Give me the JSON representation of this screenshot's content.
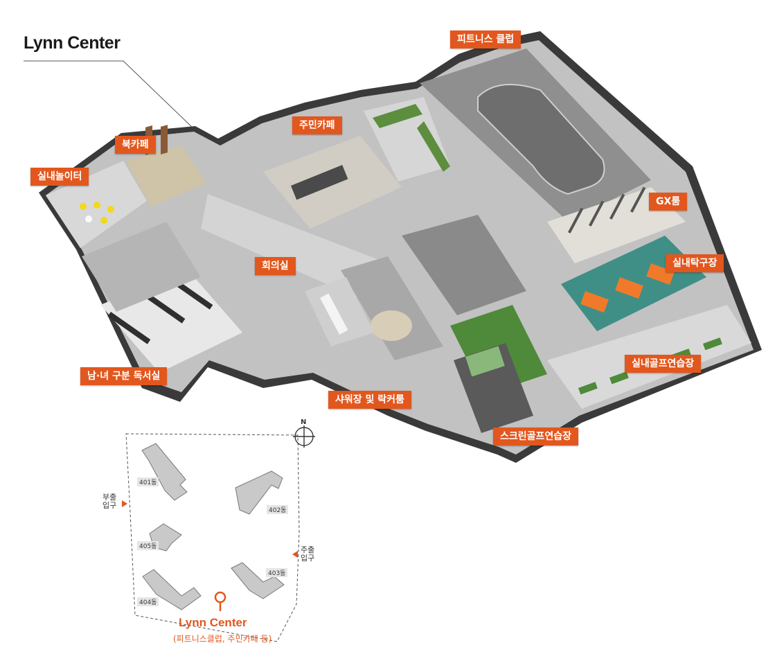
{
  "title": "Lynn Center",
  "rooms": {
    "fitness_club": "피트니스 클럽",
    "resident_cafe": "주민카페",
    "book_cafe": "북카페",
    "indoor_playground": "실내놀이터",
    "gx_room": "GX룸",
    "meeting_room": "회의실",
    "table_tennis": "실내탁구장",
    "indoor_golf": "실내골프연습장",
    "study_room": "남·녀 구분 독서실",
    "shower_locker": "샤워장 및 락커룸",
    "screen_golf": "스크린골프연습장"
  },
  "site_map": {
    "north": "N",
    "buildings": [
      "401동",
      "402동",
      "403동",
      "404동",
      "405동"
    ],
    "sub_entrance": "부출\n입구",
    "main_entrance": "주출\n입구",
    "center_name": "Lynn Center",
    "center_desc": "(피트니스클럽, 주민카페 등)"
  },
  "colors": {
    "label_bg": "#e2571e",
    "floor": "#bdbdbd",
    "wall": "#2b2b2b",
    "green_area": "#4f8a3a",
    "teal_floor": "#3f8f86"
  }
}
